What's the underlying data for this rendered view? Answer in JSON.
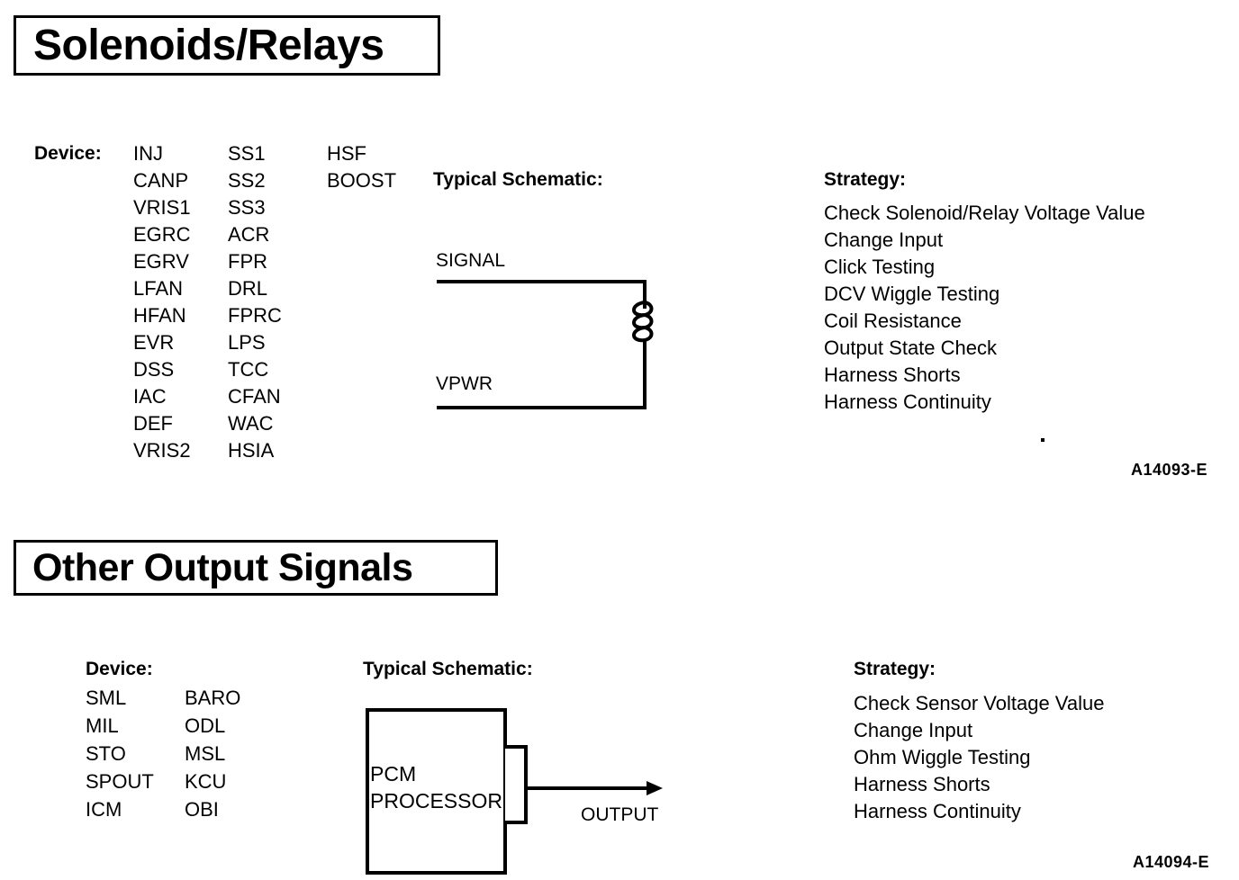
{
  "sections": [
    {
      "title": "Solenoids/Relays",
      "device_header": "Device:",
      "device_columns": [
        [
          "INJ",
          "CANP",
          "VRIS1",
          "EGRC",
          "EGRV",
          "LFAN",
          "HFAN",
          "EVR",
          "DSS",
          "IAC",
          "DEF",
          "VRIS2"
        ],
        [
          "SS1",
          "SS2",
          "SS3",
          "ACR",
          "FPR",
          "DRL",
          "FPRC",
          "LPS",
          "TCC",
          "CFAN",
          "WAC",
          "HSIA"
        ],
        [
          "HSF",
          "BOOST"
        ]
      ],
      "schematic_header": "Typical Schematic:",
      "schematic_labels": {
        "signal": "SIGNAL",
        "vpwr": "VPWR"
      },
      "strategy_header": "Strategy:",
      "strategy_items": [
        "Check Solenoid/Relay Voltage Value",
        "Change Input",
        "Click Testing",
        "DCV Wiggle Testing",
        "Coil Resistance",
        "Output State Check",
        "Harness Shorts",
        "Harness Continuity"
      ],
      "figure_code": "A14093-E"
    },
    {
      "title": "Other Output Signals",
      "device_header": "Device:",
      "device_columns": [
        [
          "SML",
          "MIL",
          "STO",
          "SPOUT",
          "ICM"
        ],
        [
          "BARO",
          "ODL",
          "MSL",
          "KCU",
          "OBI"
        ]
      ],
      "schematic_header": "Typical Schematic:",
      "schematic_labels": {
        "box_line1": "PCM",
        "box_line2": "PROCESSOR",
        "output": "OUTPUT"
      },
      "strategy_header": "Strategy:",
      "strategy_items": [
        "Check Sensor Voltage Value",
        "Change Input",
        "Ohm Wiggle Testing",
        "Harness Shorts",
        "Harness Continuity"
      ],
      "figure_code": "A14094-E"
    }
  ],
  "colors": {
    "ink": "#000000",
    "paper": "#ffffff"
  }
}
